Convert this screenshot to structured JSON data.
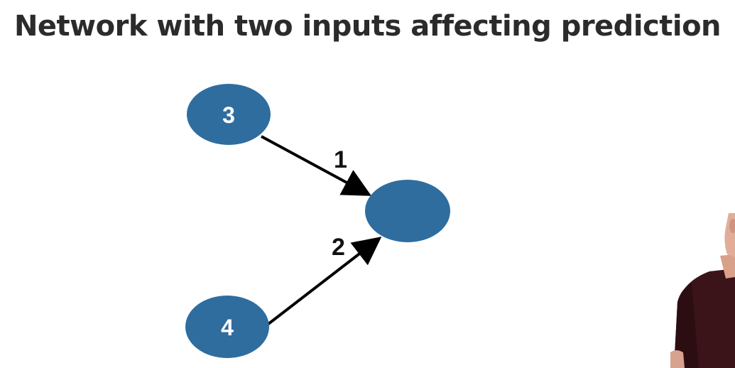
{
  "title": "Network with two inputs affecting prediction",
  "colors": {
    "node_fill": "#2f6d9f",
    "node_label": "#ffffff",
    "arrow": "#000000",
    "weight_label": "#111111",
    "title": "#2b2b2b"
  },
  "network": {
    "input_nodes": [
      {
        "id": "input-top",
        "value": "3"
      },
      {
        "id": "input-bottom",
        "value": "4"
      }
    ],
    "output_node": {
      "id": "output",
      "value": ""
    },
    "edges": [
      {
        "from": "input-top",
        "to": "output",
        "weight": "1"
      },
      {
        "from": "input-bottom",
        "to": "output",
        "weight": "2"
      }
    ]
  }
}
